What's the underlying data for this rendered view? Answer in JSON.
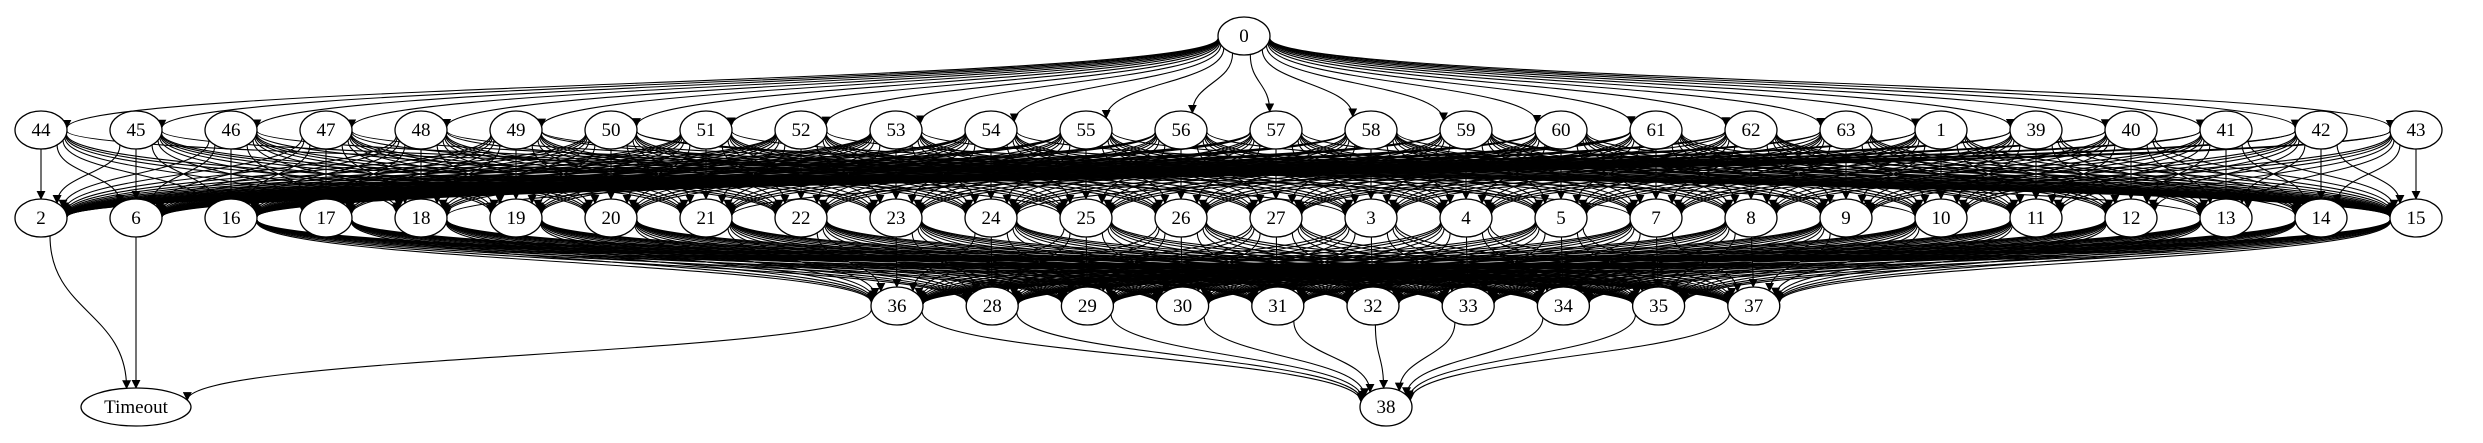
{
  "graph": {
    "rows": [
      [
        "0"
      ],
      [
        "44",
        "45",
        "46",
        "47",
        "48",
        "49",
        "50",
        "51",
        "52",
        "53",
        "54",
        "55",
        "56",
        "57",
        "58",
        "59",
        "60",
        "61",
        "62",
        "63",
        "1",
        "39",
        "40",
        "41",
        "42",
        "43"
      ],
      [
        "2",
        "6",
        "16",
        "17",
        "18",
        "19",
        "20",
        "21",
        "22",
        "23",
        "24",
        "25",
        "26",
        "27",
        "3",
        "4",
        "5",
        "7",
        "8",
        "9",
        "10",
        "11",
        "12",
        "13",
        "14",
        "15"
      ],
      [
        "36",
        "28",
        "29",
        "30",
        "31",
        "32",
        "33",
        "34",
        "35",
        "37"
      ],
      [
        "Timeout",
        "38"
      ]
    ],
    "terminal_nodes": [
      {
        "id": "Timeout",
        "color": "#e0241a"
      },
      {
        "id": "38",
        "color": "#1c23d6"
      }
    ],
    "edge_color": "#000000",
    "node_color": "#000000"
  }
}
